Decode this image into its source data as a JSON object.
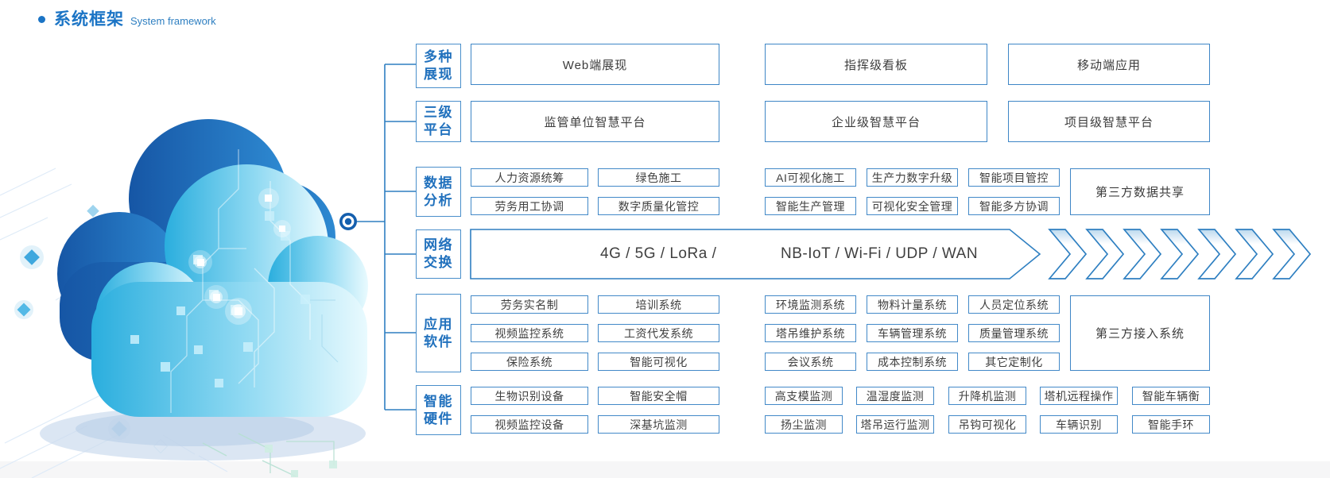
{
  "title": {
    "zh": "系统框架",
    "en": "System framework"
  },
  "colors": {
    "accent": "#1b74c5",
    "box_border": "#3e86c6",
    "connector": "#2e7fc1",
    "box_text": "#3f3f3f",
    "category_text": "#2171bd"
  },
  "sections": {
    "display": {
      "label": "多种\n展现",
      "boxes": [
        "Web端展现",
        "指挥级看板",
        "移动端应用"
      ]
    },
    "platform": {
      "label": "三级\n平台",
      "boxes": [
        "监管单位智慧平台",
        "企业级智慧平台",
        "项目级智慧平台"
      ]
    },
    "data": {
      "label": "数据\n分析",
      "cells": [
        "人力资源统筹",
        "绿色施工",
        "劳务用工协调",
        "数字质量化管控",
        "AI可视化施工",
        "生产力数字升级",
        "智能项目管控",
        "智能生产管理",
        "可视化安全管理",
        "智能多方协调"
      ],
      "tall": "第三方数据共享"
    },
    "network": {
      "label": "网络\n交换",
      "band_left": "4G / 5G / LoRa /",
      "band_right": "NB-IoT / Wi-Fi / UDP / WAN"
    },
    "apps": {
      "label": "应用\n软件",
      "cells": [
        "劳务实名制",
        "培训系统",
        "视频监控系统",
        "工资代发系统",
        "保险系统",
        "智能可视化",
        "环境监测系统",
        "物料计量系统",
        "人员定位系统",
        "塔吊维护系统",
        "车辆管理系统",
        "质量管理系统",
        "会议系统",
        "成本控制系统",
        "其它定制化"
      ],
      "tall": "第三方接入系统"
    },
    "hardware": {
      "label": "智能\n硬件",
      "cells": [
        "生物识别设备",
        "智能安全帽",
        "视频监控设备",
        "深基坑监测",
        "高支模监测",
        "温湿度监测",
        "升降机监测",
        "塔机远程操作",
        "智能车辆衡",
        "扬尘监测",
        "塔吊运行监测",
        "吊钩可视化",
        "车辆识别",
        "智能手环"
      ]
    }
  }
}
